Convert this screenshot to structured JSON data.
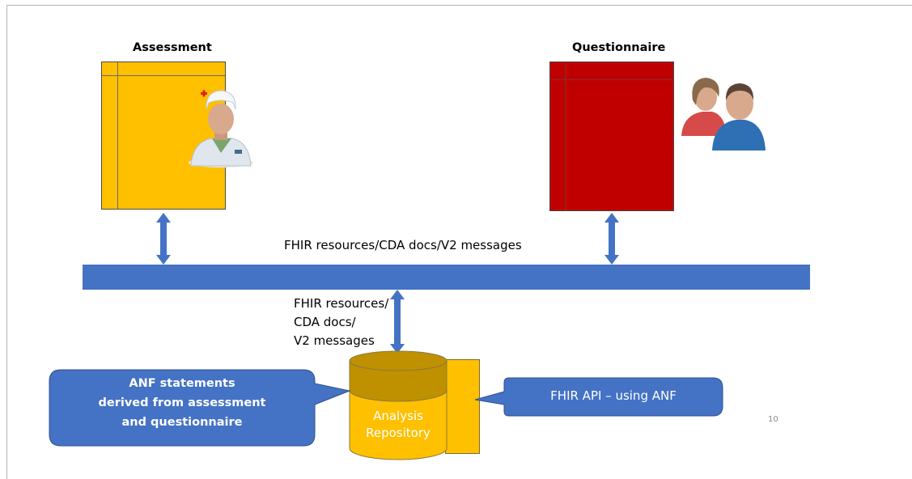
{
  "assessment": {
    "title": "Assessment",
    "color": "#ffc000",
    "icon": "nurse-icon"
  },
  "questionnaire": {
    "title": "Questionnaire",
    "color": "#c00000",
    "icon": "people-icon"
  },
  "bus": {
    "label": "FHIR resources/CDA docs/V2 messages",
    "color": "#4472c4"
  },
  "link": {
    "lines": [
      "FHIR resources/",
      "CDA docs/",
      "V2 messages"
    ]
  },
  "repository": {
    "lines": [
      "Analysis",
      "Repository"
    ],
    "color": "#ffc000"
  },
  "callout_left": {
    "lines": [
      "ANF statements",
      "derived from assessment",
      "and questionnaire"
    ]
  },
  "callout_right": {
    "text": "FHIR API – using ANF"
  },
  "page_number": "10"
}
